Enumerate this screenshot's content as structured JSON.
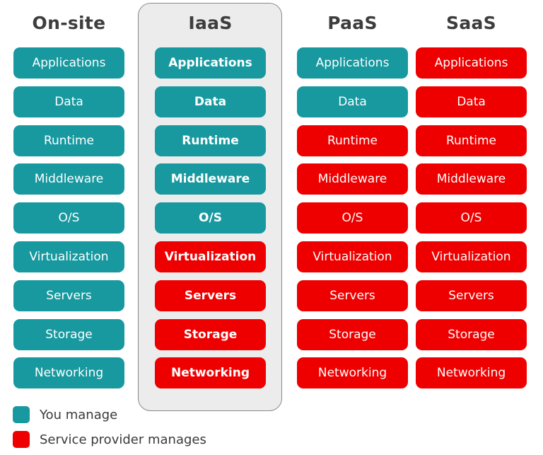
{
  "colors": {
    "you_manage": "#17999f",
    "provider_manages": "#ee0000"
  },
  "columns": [
    {
      "title": "On-site",
      "layers": [
        {
          "label": "Applications",
          "manager": "you"
        },
        {
          "label": "Data",
          "manager": "you"
        },
        {
          "label": "Runtime",
          "manager": "you"
        },
        {
          "label": "Middleware",
          "manager": "you"
        },
        {
          "label": "O/S",
          "manager": "you"
        },
        {
          "label": "Virtualization",
          "manager": "you"
        },
        {
          "label": "Servers",
          "manager": "you"
        },
        {
          "label": "Storage",
          "manager": "you"
        },
        {
          "label": "Networking",
          "manager": "you"
        }
      ]
    },
    {
      "title": "IaaS",
      "layers": [
        {
          "label": "Applications",
          "manager": "you"
        },
        {
          "label": "Data",
          "manager": "you"
        },
        {
          "label": "Runtime",
          "manager": "you"
        },
        {
          "label": "Middleware",
          "manager": "you"
        },
        {
          "label": "O/S",
          "manager": "you"
        },
        {
          "label": "Virtualization",
          "manager": "provider"
        },
        {
          "label": "Servers",
          "manager": "provider"
        },
        {
          "label": "Storage",
          "manager": "provider"
        },
        {
          "label": "Networking",
          "manager": "provider"
        }
      ]
    },
    {
      "title": "PaaS",
      "layers": [
        {
          "label": "Applications",
          "manager": "you"
        },
        {
          "label": "Data",
          "manager": "you"
        },
        {
          "label": "Runtime",
          "manager": "provider"
        },
        {
          "label": "Middleware",
          "manager": "provider"
        },
        {
          "label": "O/S",
          "manager": "provider"
        },
        {
          "label": "Virtualization",
          "manager": "provider"
        },
        {
          "label": "Servers",
          "manager": "provider"
        },
        {
          "label": "Storage",
          "manager": "provider"
        },
        {
          "label": "Networking",
          "manager": "provider"
        }
      ]
    },
    {
      "title": "SaaS",
      "layers": [
        {
          "label": "Applications",
          "manager": "provider"
        },
        {
          "label": "Data",
          "manager": "provider"
        },
        {
          "label": "Runtime",
          "manager": "provider"
        },
        {
          "label": "Middleware",
          "manager": "provider"
        },
        {
          "label": "O/S",
          "manager": "provider"
        },
        {
          "label": "Virtualization",
          "manager": "provider"
        },
        {
          "label": "Servers",
          "manager": "provider"
        },
        {
          "label": "Storage",
          "manager": "provider"
        },
        {
          "label": "Networking",
          "manager": "provider"
        }
      ]
    }
  ],
  "legend": [
    {
      "label": "You manage",
      "manager": "you"
    },
    {
      "label": "Service provider manages",
      "manager": "provider"
    }
  ]
}
